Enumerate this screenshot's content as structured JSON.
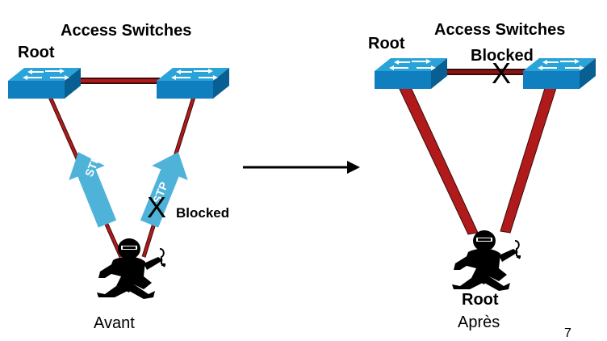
{
  "left_panel": {
    "title": "Access Switches",
    "root_label": "Root",
    "blocked_label": "Blocked",
    "blocked_mark": "X",
    "stp_arrow_label": "STP",
    "caption": "Avant"
  },
  "right_panel": {
    "title": "Access Switches",
    "root_label_switch": "Root",
    "blocked_label": "Blocked",
    "blocked_mark": "X",
    "root_label_attacker": "Root",
    "caption": "Après"
  },
  "slide_number": "7",
  "colors": {
    "switch_top": "#2aa3d9",
    "switch_front": "#0f7fbf",
    "switch_side": "#0a5f92",
    "link_red": "#b11a1a",
    "link_dark": "#3a0b0b",
    "stp_arrow": "#4fb3d9",
    "attacker": "#000000"
  },
  "icons": {
    "switch": "network-switch-icon",
    "attacker": "hacker-icon",
    "transition": "arrow-right-icon"
  }
}
